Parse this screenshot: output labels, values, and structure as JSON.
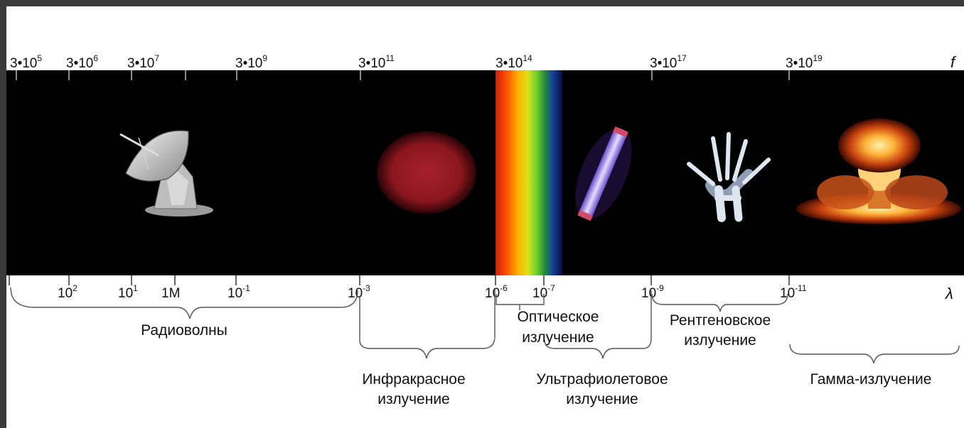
{
  "frequency_axis": {
    "symbol": "f",
    "ticks": [
      {
        "base": "3•10",
        "exp": "5"
      },
      {
        "base": "3•10",
        "exp": "6"
      },
      {
        "base": "3•10",
        "exp": "7"
      },
      {
        "base": "3•10",
        "exp": "9"
      },
      {
        "base": "3•10",
        "exp": "11"
      },
      {
        "base": "3•10",
        "exp": "14"
      },
      {
        "base": "3•10",
        "exp": "17"
      },
      {
        "base": "3•10",
        "exp": "19"
      }
    ]
  },
  "wavelength_axis": {
    "symbol": "λ",
    "ticks": [
      {
        "base": "10",
        "exp": "2"
      },
      {
        "base": "10",
        "exp": "1"
      },
      {
        "base": "1М",
        "exp": ""
      },
      {
        "base": "10",
        "exp": "-1"
      },
      {
        "base": "10",
        "exp": "-3"
      },
      {
        "base": "10",
        "exp": "-6"
      },
      {
        "base": "10",
        "exp": "-7"
      },
      {
        "base": "10",
        "exp": "-9"
      },
      {
        "base": "10",
        "exp": "-11"
      }
    ]
  },
  "bands": {
    "radio": [
      "Радиоволны"
    ],
    "infrared": [
      "Инфракрасное",
      "излучение"
    ],
    "optical": [
      "Оптическое",
      "излучение"
    ],
    "ultraviolet": [
      "Ультрафиолетовое",
      "излучение"
    ],
    "xray": [
      "Рентгеновское",
      "излучение"
    ],
    "gamma": [
      "Гамма-излучение"
    ]
  },
  "illustrations": [
    "radio-telescope-icon",
    "infrared-glow-icon",
    "visible-spectrum-icon",
    "uv-lamp-icon",
    "xray-hand-icon",
    "nuclear-explosion-icon"
  ],
  "colors": {
    "panel": "#000000",
    "frame": "#3a3a3a",
    "spectrum": [
      "#e02010",
      "#ff6a00",
      "#ffd200",
      "#6fcf2a",
      "#1f8a3a",
      "#123f9a",
      "#0a0c40"
    ],
    "infrared_glow": "#9a1a22",
    "uv_lamp": "#c9b3ff"
  }
}
